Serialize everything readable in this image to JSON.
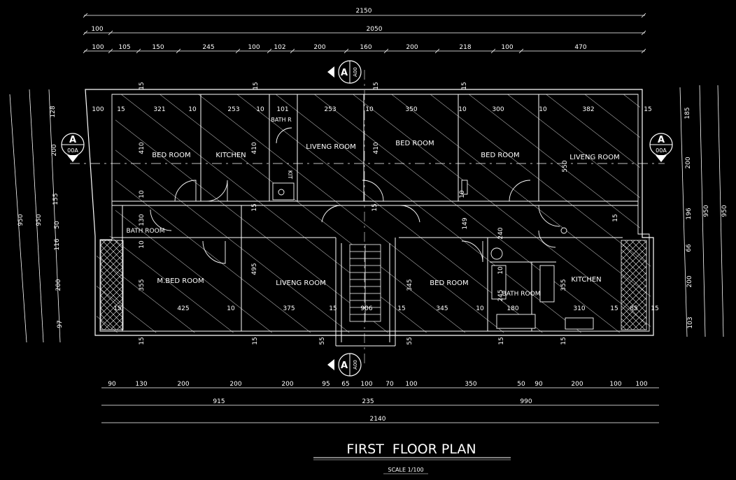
{
  "title": "FIRST  FLOOR PLAN",
  "scale": "SCALE 1/100",
  "colors": {
    "background": "#000000",
    "lines": "#ffffff"
  },
  "section_markers": {
    "letter": "A",
    "left": "00A",
    "right": "00A",
    "top": "A00",
    "bottom": "A00"
  },
  "rooms": {
    "bed_room_1": "BED ROOM",
    "kitchen_1": "KITCHEN",
    "bath_r": "BATH R",
    "kit": "KIT",
    "liveng_room_1": "LIVENG ROOM",
    "bed_room_2": "BED ROOM",
    "bed_room_3": "BED ROOM",
    "liveng_room_2": "LIVENG ROOM",
    "bath_room_1": "BATH ROOM",
    "m_bed_room": "M.BED ROOM",
    "liveng_room_3": "LIVENG ROOM",
    "bed_room_4": "BED ROOM",
    "bath_room_2": "BATH ROOM",
    "kitchen_2": "KITCHEN"
  },
  "dimensions": {
    "top_overall": "2150",
    "top_row2": [
      "100",
      "2050"
    ],
    "top_row3": [
      "100",
      "105",
      "150",
      "245",
      "100",
      "102",
      "200",
      "160",
      "200",
      "218",
      "100",
      "470"
    ],
    "bottom_row1": [
      "90",
      "130",
      "200",
      "200",
      "200",
      "95",
      "65",
      "100",
      "70",
      "100",
      "350",
      "50",
      "90",
      "200",
      "100",
      "100"
    ],
    "bottom_row2": [
      "915",
      "235",
      "990"
    ],
    "bottom_overall": "2140",
    "left_outer": [
      "950",
      "950"
    ],
    "left_inner": [
      "128",
      "200",
      "155",
      "50",
      "116",
      "200",
      "97"
    ],
    "right_inner": [
      "185",
      "200",
      "196",
      "66",
      "200",
      "103"
    ],
    "right_outer": [
      "950",
      "950"
    ],
    "interior_top": [
      "100",
      "15",
      "321",
      "10",
      "253",
      "10",
      "101",
      "253",
      "10",
      "350",
      "10",
      "300",
      "10",
      "382",
      "15"
    ],
    "interior_bottom": [
      "15",
      "425",
      "10",
      "375",
      "15",
      "906",
      "15",
      "345",
      "10",
      "180",
      "310",
      "15",
      "85",
      "15"
    ],
    "interior_vertical": [
      "410",
      "410",
      "410",
      "550",
      "10",
      "10",
      "130",
      "10",
      "355",
      "495",
      "345",
      "355",
      "149",
      "240",
      "10",
      "245"
    ],
    "wall_marks": [
      "15",
      "15",
      "15",
      "15",
      "15",
      "15",
      "15",
      "15",
      "15",
      "15",
      "55",
      "55",
      "15"
    ]
  }
}
